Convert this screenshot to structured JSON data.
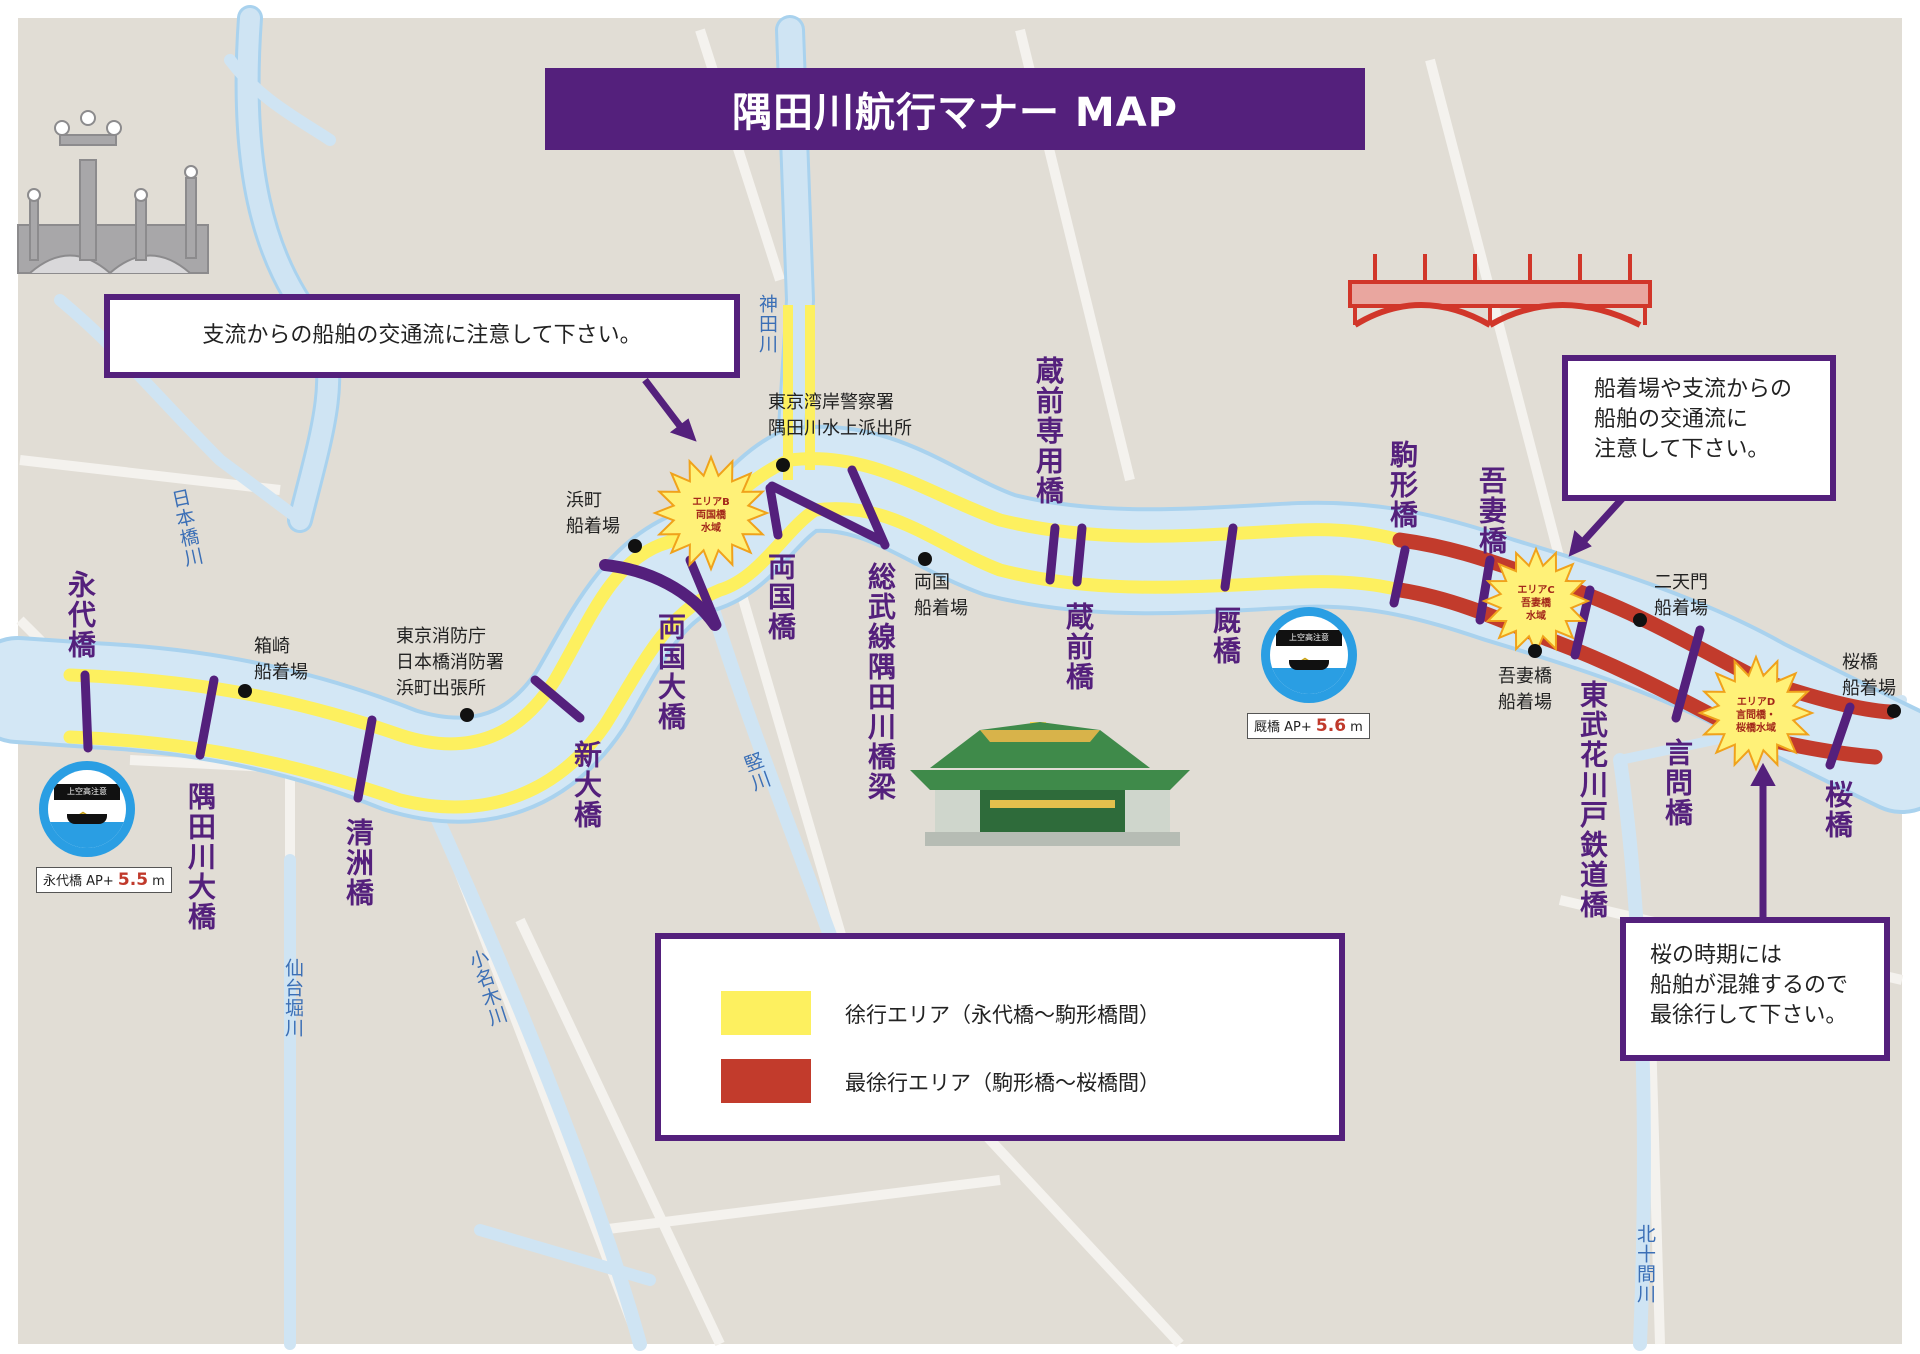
{
  "title": "隅田川航行マナー MAP",
  "colors": {
    "land": "#e1ddd5",
    "water": "#d3e7f5",
    "water_edge": "#a9d2ee",
    "slow_zone": "#fdf05f",
    "slowest_zone": "#c23b2c",
    "accent": "#54207c"
  },
  "callouts": {
    "tributary_top": "支流からの船舶の交通流に注意して下さい。",
    "pier_tributary": [
      "船着場や支流からの",
      "船舶の交通流に",
      "注意して下さい。"
    ],
    "sakura": [
      "桜の時期には",
      "船舶が混雑するので",
      "最徐行して下さい。"
    ]
  },
  "bridges": {
    "eitai": "永代橋",
    "sumidagawa_ohashi": "隅田川大橋",
    "kiyosu": "清洲橋",
    "shin_ohashi": "新大橋",
    "ryogoku_ohashi": "両国大橋",
    "ryogoku": "両国橋",
    "sobu": "総武線隅田川橋梁",
    "kuramae_senyo": "蔵前専用橋",
    "kuramae": "蔵前橋",
    "umaya": "厩橋",
    "komagata": "駒形橋",
    "azuma": "吾妻橋",
    "tobu": "東武花川戸鉄道橋",
    "kototoi": "言問橋",
    "sakura": "桜橋"
  },
  "rivers": {
    "nihonbashi": "日本橋川",
    "kanda": "神田川",
    "tate": "竪川",
    "onagi": "小名木川",
    "sendaibori": "仙台堀川",
    "kitajukken": "北十間川"
  },
  "places": {
    "hakozaki": [
      "箱崎",
      "船着場"
    ],
    "fire_station": [
      "東京消防庁",
      "日本橋消防署",
      "浜町出張所"
    ],
    "hamacho": [
      "浜町",
      "船着場"
    ],
    "police": [
      "東京湾岸警察署",
      "隅田川水上派出所"
    ],
    "ryogoku_pier": [
      "両国",
      "船着場"
    ],
    "azuma_pier": [
      "吾妻橋",
      "船着場"
    ],
    "nitenmon": [
      "二天門",
      "船着場"
    ],
    "sakura_pier": [
      "桜橋",
      "船着場"
    ]
  },
  "areas": {
    "b": [
      "エリアB",
      "両国橋",
      "水域"
    ],
    "c": [
      "エリアC",
      "吾妻橋",
      "水域"
    ],
    "d": [
      "エリアD",
      "言問橋・",
      "桜橋水域"
    ]
  },
  "signs": {
    "text": "上空高注意",
    "eitai_label": "永代橋 AP+",
    "eitai_value": "5.5",
    "umaya_label": "厩橋 AP+",
    "umaya_value": "5.6",
    "unit": "m"
  },
  "legend": {
    "slow": "徐行エリア（永代橋〜駒形橋間）",
    "slowest": "最徐行エリア（駒形橋〜桜橋間）"
  }
}
